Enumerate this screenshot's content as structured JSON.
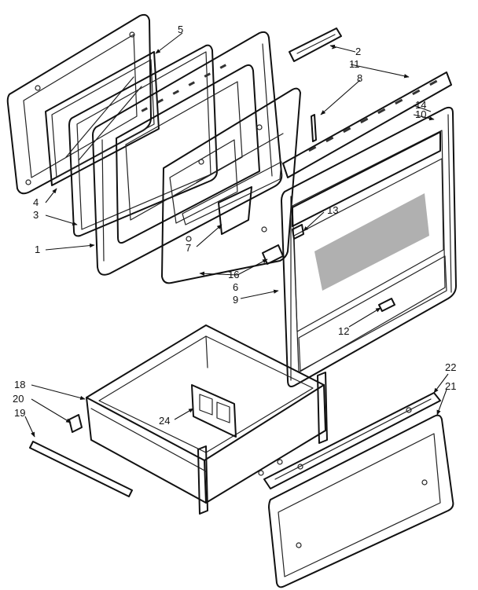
{
  "diagram": {
    "callouts": {
      "c1": "1",
      "c2": "2",
      "c3": "3",
      "c4": "4",
      "c5": "5",
      "c6": "6",
      "c7": "7",
      "c8": "8",
      "c9": "9",
      "c10": "10",
      "c11": "11",
      "c12": "12",
      "c13": "13",
      "c14": "14",
      "c16": "16",
      "c18": "18",
      "c19": "19",
      "c20": "20",
      "c21": "21",
      "c22": "22",
      "c24": "24"
    }
  }
}
